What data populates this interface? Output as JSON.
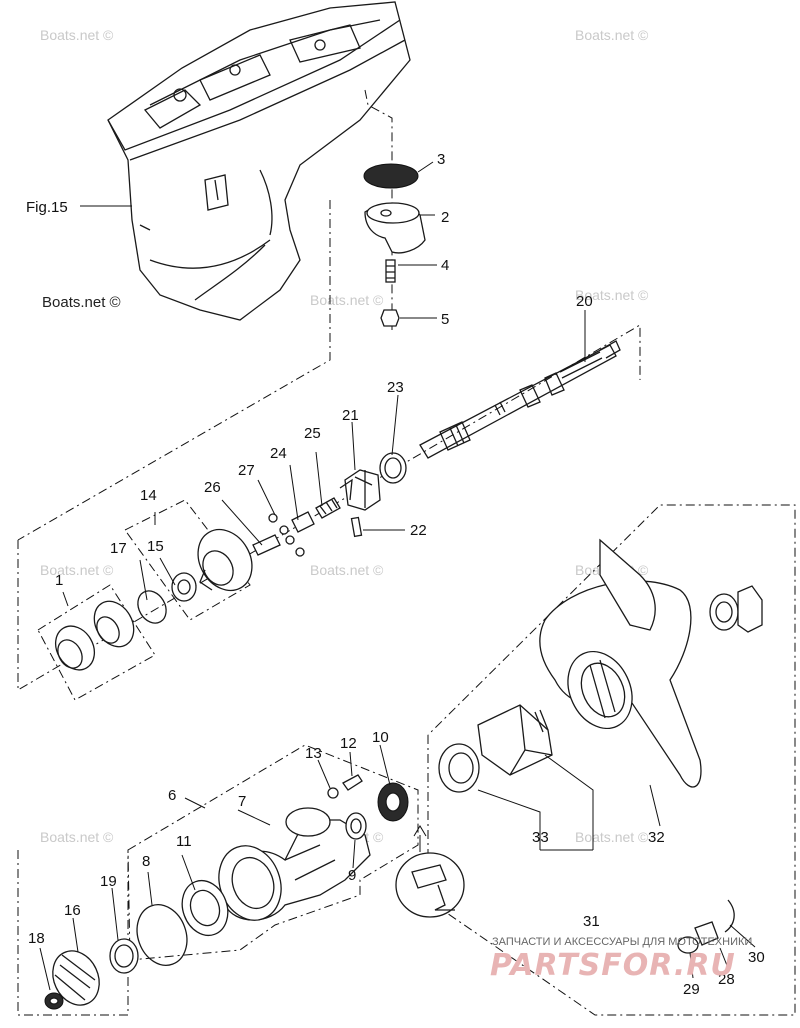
{
  "watermark": "Boats.net ©",
  "figure_ref": "Fig.15",
  "callouts": {
    "p1": "1",
    "p2": "2",
    "p3": "3",
    "p4": "4",
    "p5": "5",
    "p6": "6",
    "p7": "7",
    "p8": "8",
    "p9": "9",
    "p10": "10",
    "p11": "11",
    "p12": "12",
    "p13": "13",
    "p14": "14",
    "p15": "15",
    "p16": "16",
    "p17": "17",
    "p18": "18",
    "p19": "19",
    "p20": "20",
    "p21": "21",
    "p22": "22",
    "p23": "23",
    "p24": "24",
    "p25": "25",
    "p26": "26",
    "p27": "27",
    "p28": "28",
    "p29": "29",
    "p30": "30",
    "p31": "31",
    "p32": "32",
    "p33": "33"
  },
  "footer": {
    "subtitle": "ЗАПЧАСТИ И АКСЕССУАРЫ ДЛЯ МОТОТЕХНИКИ",
    "logo": "PARTSFOR.RU"
  }
}
